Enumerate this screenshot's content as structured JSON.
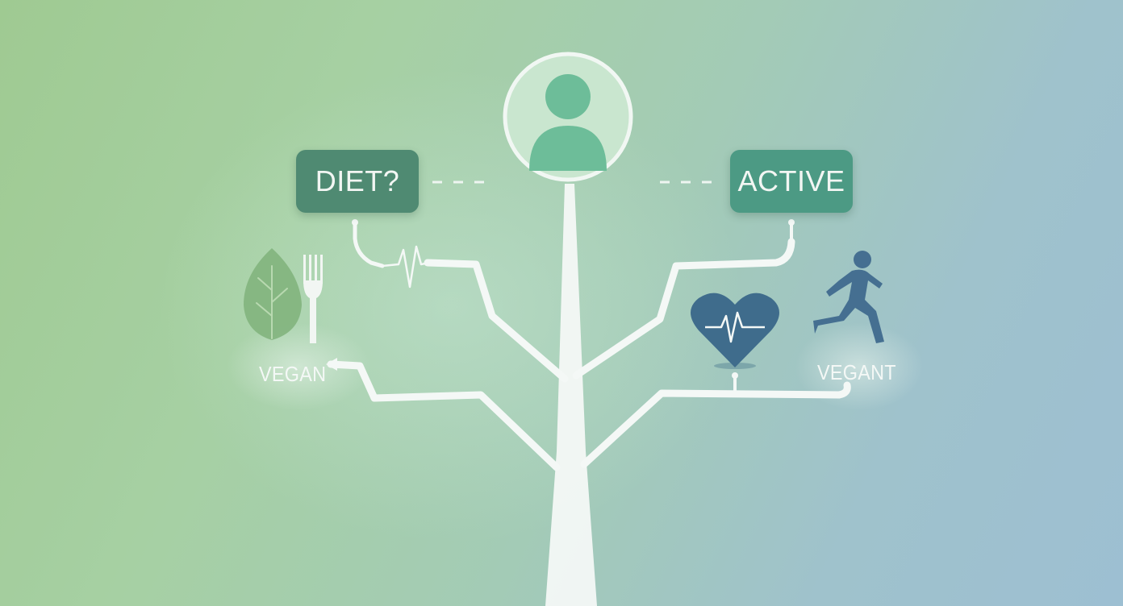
{
  "diagram": {
    "nodes": {
      "diet": {
        "label": "DIET?"
      },
      "active": {
        "label": "ACTIVE"
      },
      "left_leaf": {
        "label": "VEGAN"
      },
      "right_leaf": {
        "label": "VEGANT"
      }
    },
    "icons": [
      "user-avatar-icon",
      "leaf-icon",
      "fork-icon",
      "heartbeat-icon",
      "heart-pulse-icon",
      "runner-icon"
    ],
    "colors": {
      "diet_box": "#4f8a72",
      "active_box": "#4c9a84",
      "avatar": "#6dbd99",
      "heart": "#3f6c8c",
      "runner": "#456f91",
      "leaf": "#7fb27a",
      "branches": "#f4f8f6"
    }
  }
}
